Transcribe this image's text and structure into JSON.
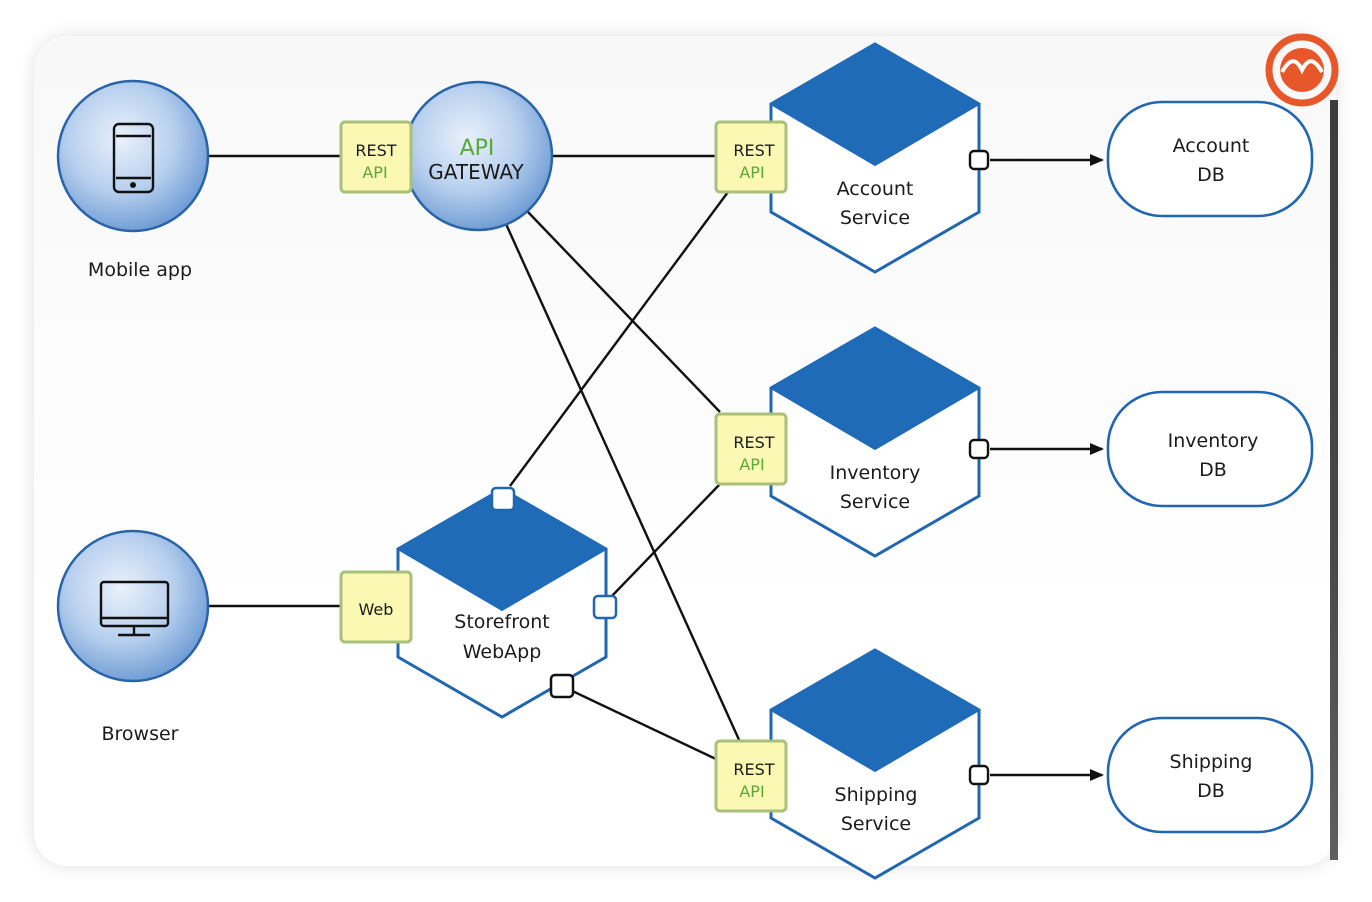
{
  "clients": {
    "mobile": {
      "label": "Mobile app"
    },
    "browser": {
      "label": "Browser"
    }
  },
  "gateway": {
    "line1": "API",
    "line2": "GATEWAY"
  },
  "ports": {
    "gateway_rest": {
      "line1": "REST",
      "line2": "API"
    },
    "account_rest": {
      "line1": "REST",
      "line2": "API"
    },
    "inventory_rest": {
      "line1": "REST",
      "line2": "API"
    },
    "shipping_rest": {
      "line1": "REST",
      "line2": "API"
    },
    "web": {
      "label": "Web"
    }
  },
  "services": {
    "account": {
      "line1": "Account",
      "line2": "Service"
    },
    "inventory": {
      "line1": "Inventory",
      "line2": "Service"
    },
    "shipping": {
      "line1": "Shipping",
      "line2": "Service"
    },
    "storefront": {
      "line1": "Storefront",
      "line2": "WebApp"
    }
  },
  "databases": {
    "account": {
      "line1": "Account",
      "line2": "DB"
    },
    "inventory": {
      "line1": "Inventory",
      "line2": "DB"
    },
    "shipping": {
      "line1": "Shipping",
      "line2": "DB"
    }
  },
  "colors": {
    "hex_fill": "#1f6bb8",
    "hex_border": "#2066b0",
    "port_fill": "#fbf8b4",
    "port_border": "#a9c07a",
    "api_green": "#5aa83a",
    "circle_light": "#cfe0f3",
    "circle_dark": "#5b8fcf",
    "logo": "#e8572a"
  }
}
